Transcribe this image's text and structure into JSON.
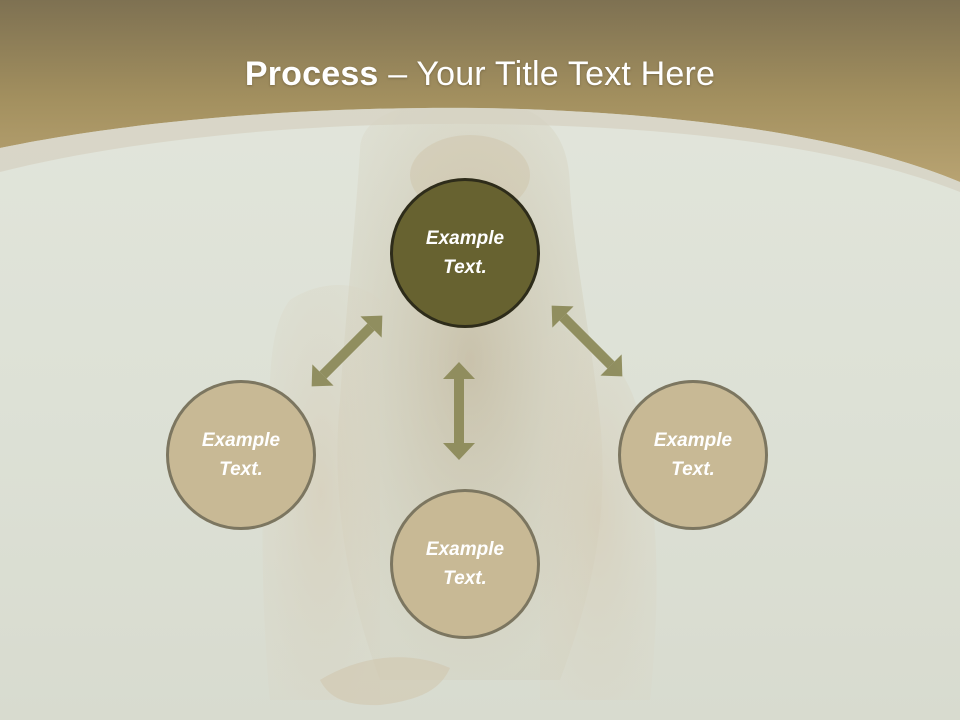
{
  "slide": {
    "title_bold": "Process",
    "title_rest": " – Your Title Text Here"
  },
  "diagram": {
    "nodes": {
      "top": "Example Text.",
      "left": "Example Text.",
      "right": "Example Text.",
      "bottom": "Example Text."
    }
  },
  "colors": {
    "header": "#a8956a",
    "center_fill": "#676230",
    "outer_fill": "#c8b995",
    "arrow": "#8c8a5a"
  }
}
